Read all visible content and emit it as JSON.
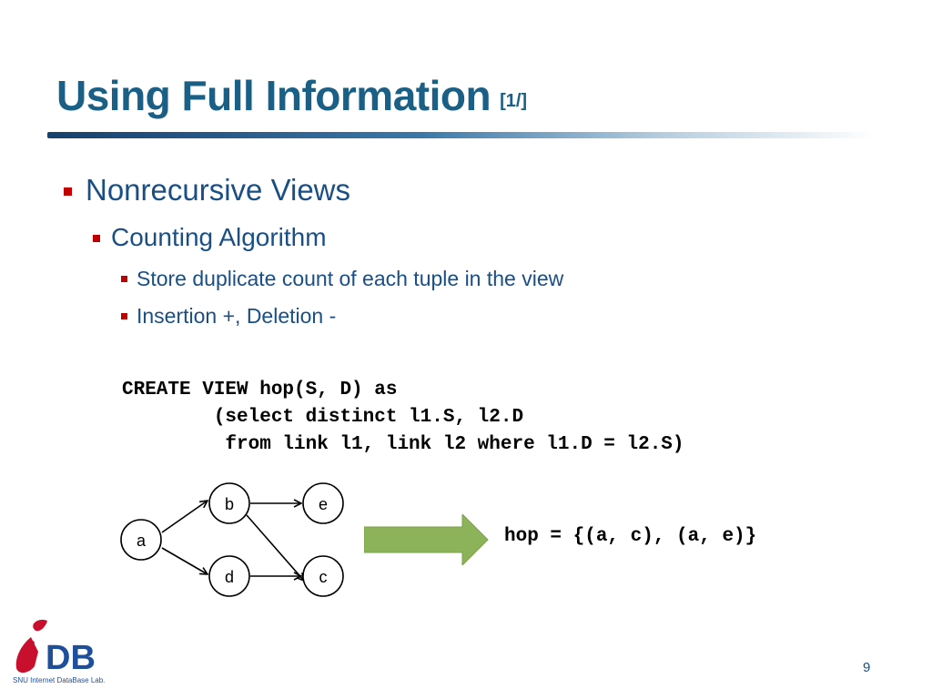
{
  "slide": {
    "title": "Using Full Information",
    "title_suffix": "[1/]",
    "page_number": "9"
  },
  "bullets": {
    "level1": "Nonrecursive Views",
    "level2": "Counting Algorithm",
    "level3": [
      "Store duplicate count of each tuple in the view",
      "Insertion +, Deletion -"
    ]
  },
  "code": {
    "lines": [
      "CREATE VIEW hop(S, D) as",
      "        (select distinct l1.S, l2.D",
      "         from link l1, link l2 where l1.D = l2.S)"
    ]
  },
  "graph": {
    "nodes": [
      "a",
      "b",
      "d",
      "e",
      "c"
    ],
    "edges": [
      [
        "a",
        "b"
      ],
      [
        "a",
        "d"
      ],
      [
        "b",
        "e"
      ],
      [
        "b",
        "c"
      ],
      [
        "d",
        "c"
      ]
    ]
  },
  "result": "hop = {(a, c), (a, e)}",
  "logo": {
    "text": "DB",
    "caption": "SNU Internet DataBase Lab."
  },
  "colors": {
    "title": "#1a5f86",
    "bullet_text": "#1a4f86",
    "bullet_square": "#c00000",
    "arrow": "#8db35a"
  }
}
